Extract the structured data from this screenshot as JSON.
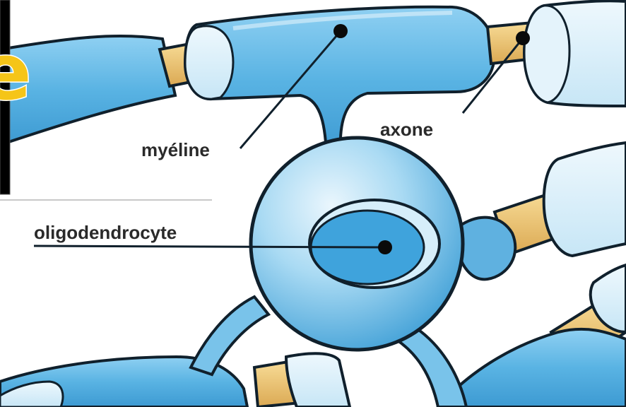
{
  "labels": {
    "myelin": "myéline",
    "axon": "axone",
    "oligodendrocyte": "oligodendrocyte"
  },
  "slide_fragment": {
    "letter": "e"
  },
  "colors": {
    "myelin_fill": "#5fb8e6",
    "myelin_light": "#d9eef9",
    "axon": "#f2cf7a",
    "outline": "#10202c",
    "slide_bg": "#000000",
    "slide_text": "#f5c518"
  },
  "icons": {
    "pointer_dot": "black-dot"
  }
}
